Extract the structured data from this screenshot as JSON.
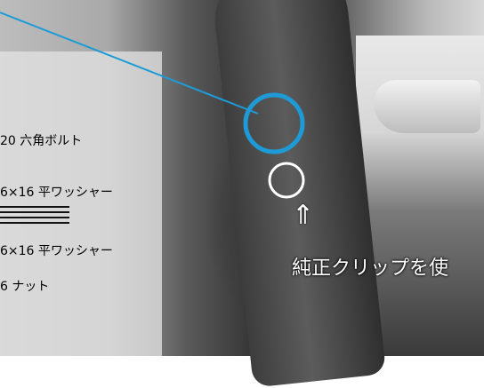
{
  "labels": {
    "bolt": "20 六角ボルト",
    "washer_top": "6×16 平ワッシャー",
    "washer_bottom": "6×16 平ワッシャー",
    "nut": "6 ナット"
  },
  "note": {
    "text": "純正クリップを使",
    "arrow": "⇑"
  },
  "colors": {
    "callout_circle": "#1e9bd7",
    "clip_circle": "#ffffff"
  }
}
